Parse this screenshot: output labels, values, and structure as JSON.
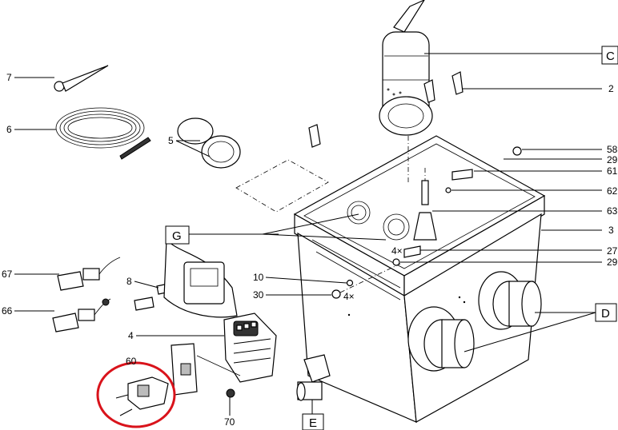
{
  "callouts": {
    "c7": "7",
    "c6": "6",
    "c5": "5",
    "c2": "2",
    "c58": "58",
    "c29a": "29",
    "c61": "61",
    "c62": "62",
    "c63": "63",
    "c3": "3",
    "c27": "27",
    "c29b": "29",
    "c67": "67",
    "c8": "8",
    "c66": "66",
    "c10": "10",
    "c30": "30",
    "c4x_a": "4×",
    "c4x_b": "4×",
    "c4": "4",
    "c60": "60",
    "c70": "70"
  },
  "boxed_labels": {
    "C": "C",
    "G": "G",
    "D": "D",
    "E": "E"
  },
  "highlight": {
    "color": "#d9131b",
    "target": "60"
  }
}
